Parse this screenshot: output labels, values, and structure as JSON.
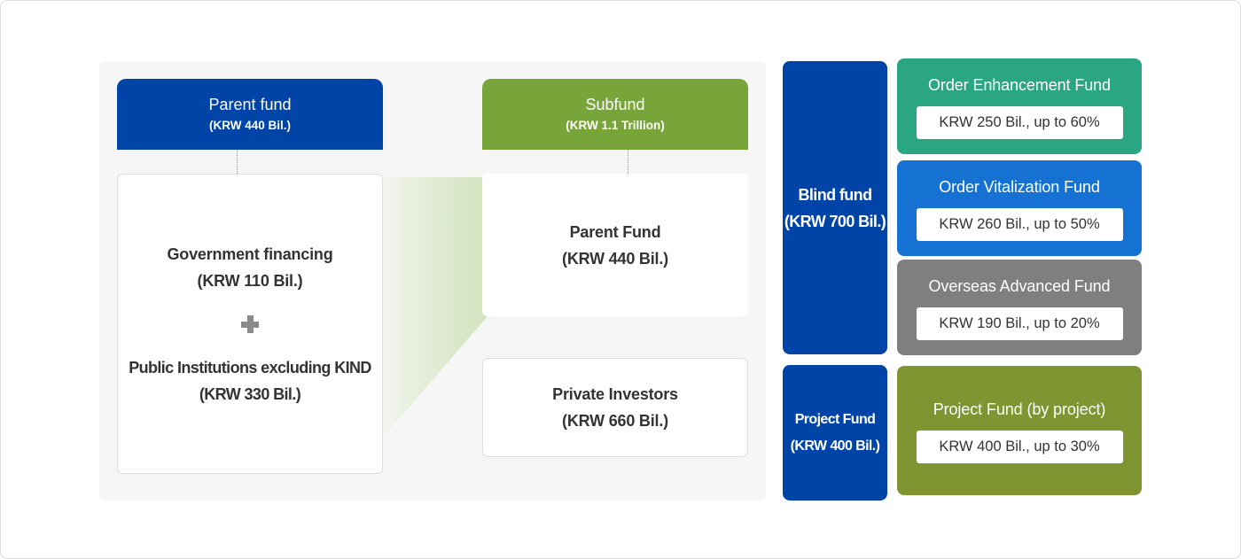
{
  "colors": {
    "navy": "#0044a7",
    "subfund_green": "#78a53a",
    "order_enhancement": "#2ba682",
    "order_vitalization": "#1672d2",
    "overseas_advanced": "#7f7f7f",
    "project_fund": "#7e9531",
    "panel_bg": "#f6f6f6"
  },
  "left_section": {
    "parent_fund": {
      "title": "Parent fund",
      "amount": "(KRW 440 Bil.)"
    },
    "subfund": {
      "title": "Subfund",
      "amount": "(KRW 1.1 Trillion)"
    },
    "sources": {
      "government": {
        "label": "Government financing",
        "amount": "(KRW 110 Bil.)"
      },
      "connector_icon": "plus-icon",
      "public": {
        "label": "Public Institutions excluding KIND",
        "amount": "(KRW 330 Bil.)"
      }
    },
    "subfund_parts": {
      "parent": {
        "label": "Parent Fund",
        "amount": "(KRW 440 Bil.)"
      },
      "private": {
        "label": "Private Investors",
        "amount": "(KRW 660 Bil.)"
      }
    }
  },
  "right_section": {
    "blind_fund": {
      "label": "Blind fund",
      "amount": "(KRW 700 Bil.)"
    },
    "project_fund_group": {
      "label": "Project Fund",
      "amount": "(KRW 400 Bil.)"
    },
    "funds": [
      {
        "name": "Order Enhancement Fund",
        "value": "KRW 250 Bil., up to 60%"
      },
      {
        "name": "Order Vitalization Fund",
        "value": "KRW 260 Bil., up to 50%"
      },
      {
        "name": "Overseas Advanced Fund",
        "value": "KRW 190 Bil., up to 20%"
      },
      {
        "name": "Project Fund (by project)",
        "value": "KRW 400 Bil., up to 30%"
      }
    ]
  }
}
